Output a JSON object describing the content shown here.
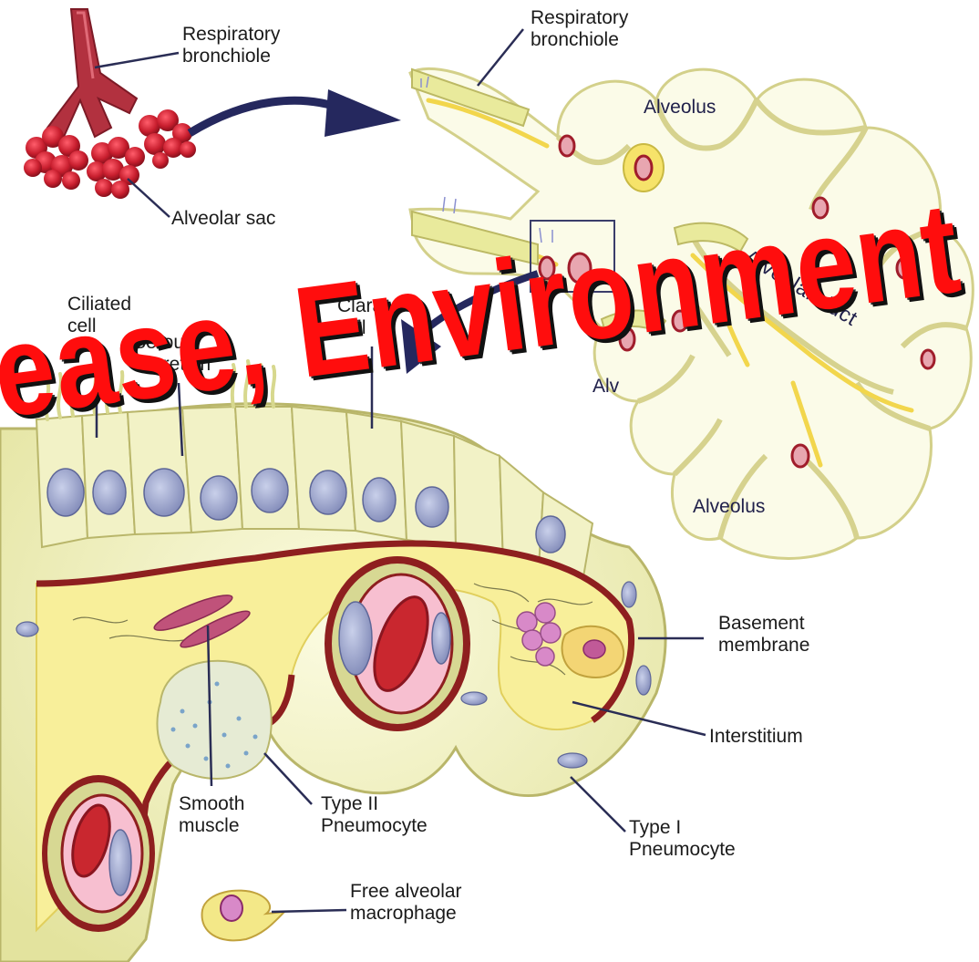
{
  "labels": {
    "resp_bronchiole_a": [
      "Respiratory",
      "bronchiole"
    ],
    "resp_bronchiole_b": [
      "Respiratory",
      "bronchiole"
    ],
    "alveolar_sac": "Alveolar sac",
    "alveolus_top": "Alveolus",
    "alveolar_duct": "Alveolar duct",
    "alveolus_mid_partial": "Alv",
    "alveolus_bottom": "Alveolus",
    "ciliated_cell": [
      "Ciliated",
      "cell"
    ],
    "serous_secretion": [
      "Serous",
      "secretion"
    ],
    "clara_cell": [
      "Clara",
      "cell"
    ],
    "basement_membrane": [
      "Basement",
      "membrane"
    ],
    "interstitium": "Interstitium",
    "smooth_muscle": [
      "Smooth",
      "muscle"
    ],
    "type2_pneumocyte": [
      "Type II",
      "Pneumocyte"
    ],
    "type1_pneumocyte": [
      "Type I",
      "Pneumocyte"
    ],
    "free_macrophage": [
      "Free alveolar",
      "macrophage"
    ]
  },
  "banner_text": "ease, Environment ar",
  "colors": {
    "banner": "#ff0d0d",
    "tissue_fill": "#f6f5c2",
    "tissue_edge": "#b9b66a",
    "interstitium": "#f8ef9a",
    "basement_membrane": "#8e1f1f",
    "alveolus_wall": "#f4f0b0",
    "red_blood": "#c9272f",
    "nucleus": "#a9b2d6",
    "arrow": "#25285e"
  }
}
